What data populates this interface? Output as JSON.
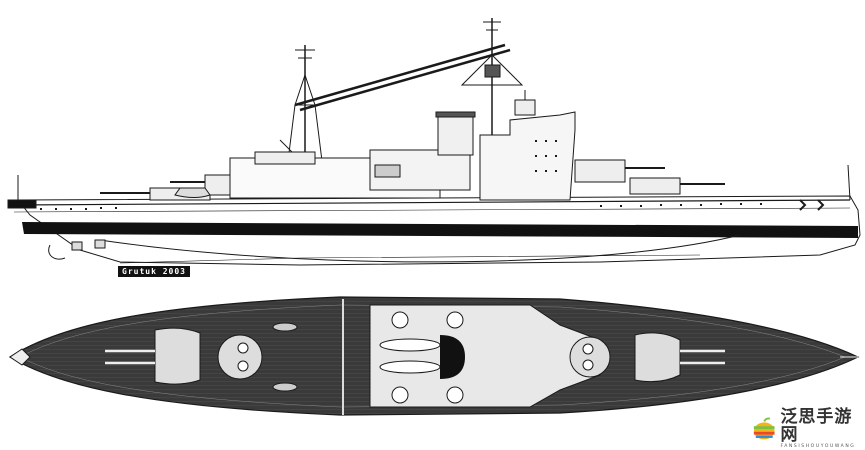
{
  "illustration": {
    "subject": "battleship line drawing",
    "views": [
      {
        "name": "side-profile",
        "label": "Side elevation"
      },
      {
        "name": "top-plan",
        "label": "Deck plan"
      }
    ],
    "signature_text": "Grutuk 2003",
    "colors": {
      "line": "#1a1a1a",
      "hull_band": "#111111",
      "deck": "#3a3a3a",
      "deck_stripe": "#555555",
      "superstructure": "#e8e8e8",
      "background": "#ffffff"
    }
  },
  "watermark": {
    "title": "泛思手游网",
    "subtitle": "FANSISHOUYOUWANG",
    "logo_colors": [
      "#7cc242",
      "#f6b21a",
      "#e94b2a",
      "#2a8fd8"
    ]
  }
}
